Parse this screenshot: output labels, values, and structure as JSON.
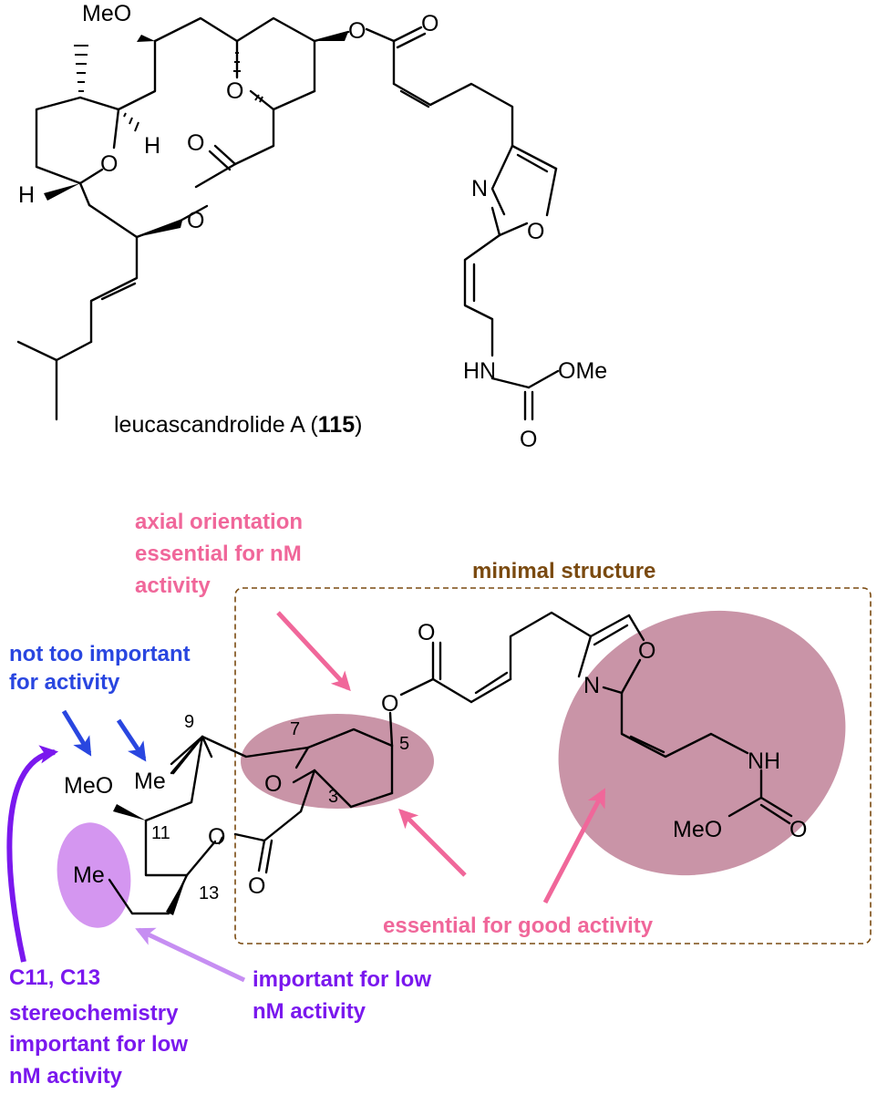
{
  "top_structure": {
    "caption_prefix": "leucascandrolide A (",
    "caption_number": "115",
    "caption_suffix": ")",
    "atoms": {
      "meo_top": "MeO",
      "h_left": "H",
      "h_ring": "H",
      "o_ring_left": "O",
      "o_ring_bridge": "O",
      "o_ester_top": "O",
      "o_carbonyl_top": "O",
      "o_lactone_carbonyl": "O",
      "o_lactone": "O",
      "n_oxazole": "N",
      "o_oxazole": "O",
      "hn": "HN",
      "ome": "OMe",
      "o_carbamate": "O"
    }
  },
  "bottom_structure": {
    "atoms": {
      "meo": "MeO",
      "me_top": "Me",
      "me_bottom": "Me",
      "o_ring": "O",
      "o_ester": "O",
      "o_carbonyl": "O",
      "o_lactone": "O",
      "o_lactone_carbonyl": "O",
      "n_oxazole": "N",
      "o_oxazole": "O",
      "nh": "NH",
      "meo_carbamate": "MeO",
      "o_carbamate": "O"
    },
    "positions": {
      "c9": "9",
      "c7": "7",
      "c5": "5",
      "c3": "3",
      "c11": "11",
      "c13": "13"
    }
  },
  "annotations": {
    "axial": [
      "axial orientation",
      "essential for nM",
      "activity"
    ],
    "minimal": "minimal structure",
    "not_important": [
      "not too important",
      "for activity"
    ],
    "essential_good": "essential for good activity",
    "important_low": [
      "important for low",
      "nM activity"
    ],
    "stereo": [
      "C11, C13",
      "stereochemistry",
      "important for low",
      "nM activity"
    ]
  },
  "colors": {
    "pink": "#f0679a",
    "blue": "#2946e0",
    "purple": "#7a18ee",
    "light_purple": "#c68ef2",
    "brown": "#7a4a10",
    "highlight": "#c48ba0",
    "highlight_light": "#d496f0"
  }
}
